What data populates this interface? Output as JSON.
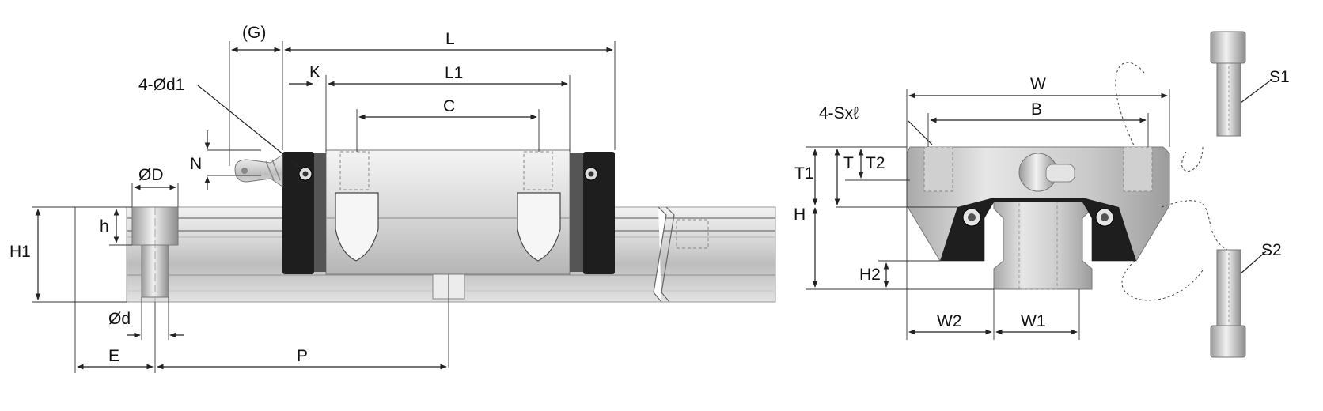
{
  "labels": {
    "G": "(G)",
    "L": "L",
    "K": "K",
    "L1": "L1",
    "d1": "4-Ød1",
    "C": "C",
    "N": "N",
    "D": "ØD",
    "h": "h",
    "H1": "H1",
    "d": "Ød",
    "E": "E",
    "P": "P",
    "W": "W",
    "B": "B",
    "Sxl": "4-Sxℓ",
    "T1": "T1",
    "T": "T",
    "T2": "T2",
    "H": "H",
    "H2": "H2",
    "W2": "W2",
    "W1": "W1",
    "S1": "S1",
    "S2": "S2"
  },
  "colors": {
    "line": "#222222",
    "steel_light": "#e8e8e8",
    "steel_mid": "#c4c4c4",
    "steel_dark": "#8a8a8a",
    "endcap": "#1e1e1e"
  }
}
